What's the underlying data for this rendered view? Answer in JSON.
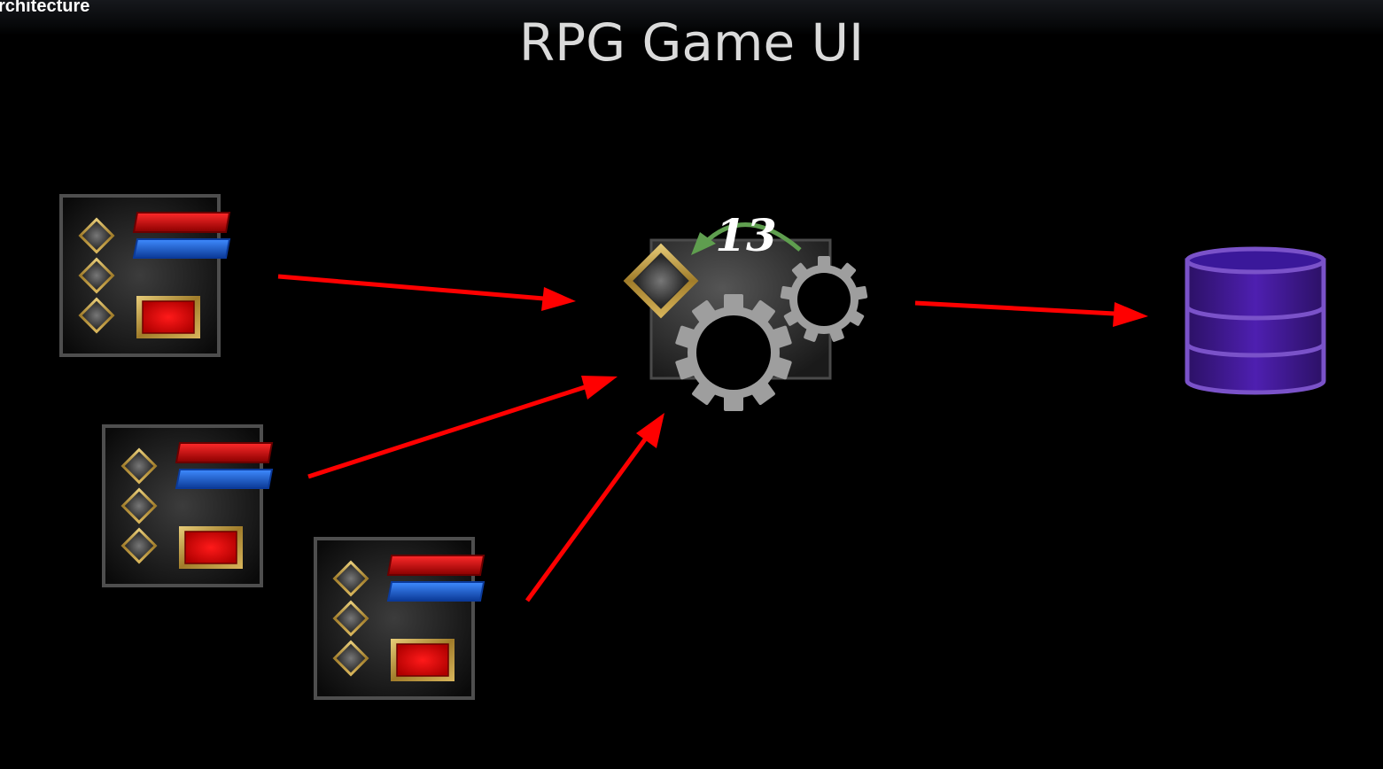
{
  "header": {
    "section_label": "rchitecture",
    "title": "RPG Game UI"
  },
  "diagram": {
    "clients": [
      {
        "name": "client-panel-1",
        "health_bar_color": "#d40000",
        "mana_bar_color": "#1a5fd1",
        "slot_count": 3
      },
      {
        "name": "client-panel-2",
        "health_bar_color": "#d40000",
        "mana_bar_color": "#1a5fd1",
        "slot_count": 3
      },
      {
        "name": "client-panel-3",
        "health_bar_color": "#d40000",
        "mana_bar_color": "#1a5fd1",
        "slot_count": 3
      }
    ],
    "server": {
      "counter_value": "13",
      "icons": [
        "diamond-gem-icon",
        "large-gear-icon",
        "small-gear-icon",
        "refresh-arrow-icon"
      ]
    },
    "database": {
      "icon": "database-icon",
      "color": "#4a1f9e",
      "outline_color": "#7a52c9"
    },
    "arrow_color": "#ff0000",
    "refresh_arrow_color": "#5f9e4f"
  }
}
